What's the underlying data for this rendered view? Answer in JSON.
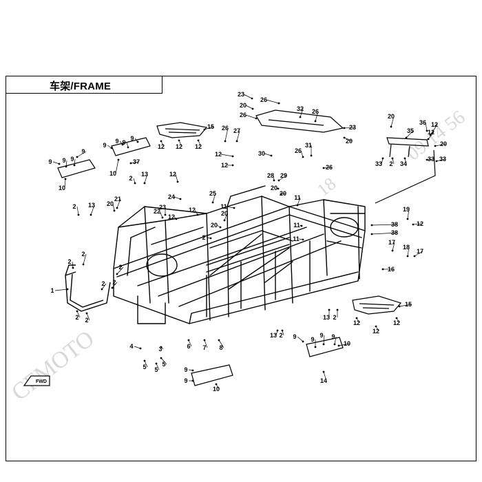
{
  "title": "车架/FRAME",
  "watermark": {
    "brand": "CFMOTO",
    "fragment_1": "18",
    "fragment_2": "09 14 56"
  },
  "fwd_label": "FWD",
  "callouts": [
    {
      "id": "c1",
      "label": "23"
    },
    {
      "id": "c2",
      "label": "26"
    },
    {
      "id": "c3",
      "label": "20"
    },
    {
      "id": "c4",
      "label": "32"
    },
    {
      "id": "c5",
      "label": "26"
    },
    {
      "id": "c6",
      "label": "26"
    },
    {
      "id": "c7",
      "label": "23"
    },
    {
      "id": "c8",
      "label": "20"
    },
    {
      "id": "c9",
      "label": "15"
    },
    {
      "id": "c10",
      "label": "12"
    },
    {
      "id": "c11",
      "label": "12"
    },
    {
      "id": "c12",
      "label": "12"
    },
    {
      "id": "c13",
      "label": "26"
    },
    {
      "id": "c14",
      "label": "27"
    },
    {
      "id": "c15",
      "label": "9"
    },
    {
      "id": "c16",
      "label": "9"
    },
    {
      "id": "c17",
      "label": "9"
    },
    {
      "id": "c18",
      "label": "9"
    },
    {
      "id": "c19",
      "label": "37"
    },
    {
      "id": "c20",
      "label": "10"
    },
    {
      "id": "c21",
      "label": "9"
    },
    {
      "id": "c22",
      "label": "9"
    },
    {
      "id": "c23",
      "label": "9"
    },
    {
      "id": "c24",
      "label": "9"
    },
    {
      "id": "c25",
      "label": "10"
    },
    {
      "id": "c26",
      "label": "12"
    },
    {
      "id": "c27",
      "label": "12"
    },
    {
      "id": "c28",
      "label": "30"
    },
    {
      "id": "c29",
      "label": "26"
    },
    {
      "id": "c30",
      "label": "31"
    },
    {
      "id": "c31",
      "label": "26"
    },
    {
      "id": "c32",
      "label": "2"
    },
    {
      "id": "c33",
      "label": "13"
    },
    {
      "id": "c34",
      "label": "12"
    },
    {
      "id": "c35",
      "label": "28"
    },
    {
      "id": "c36",
      "label": "29"
    },
    {
      "id": "c37",
      "label": "20"
    },
    {
      "id": "c38",
      "label": "20"
    },
    {
      "id": "c39",
      "label": "11"
    },
    {
      "id": "c40",
      "label": "24"
    },
    {
      "id": "c41",
      "label": "25"
    },
    {
      "id": "c42",
      "label": "11"
    },
    {
      "id": "c43",
      "label": "20"
    },
    {
      "id": "c44",
      "label": "2"
    },
    {
      "id": "c45",
      "label": "13"
    },
    {
      "id": "c46",
      "label": "21"
    },
    {
      "id": "c47",
      "label": "20"
    },
    {
      "id": "c48",
      "label": "22"
    },
    {
      "id": "c49",
      "label": "23"
    },
    {
      "id": "c50",
      "label": "12"
    },
    {
      "id": "c51",
      "label": "12"
    },
    {
      "id": "c52",
      "label": "20"
    },
    {
      "id": "c53",
      "label": "11"
    },
    {
      "id": "c54",
      "label": "2"
    },
    {
      "id": "c55",
      "label": "11"
    },
    {
      "id": "c56",
      "label": "20"
    },
    {
      "id": "c57",
      "label": "12"
    },
    {
      "id": "c58",
      "label": "35"
    },
    {
      "id": "c59",
      "label": "36"
    },
    {
      "id": "c60",
      "label": "12"
    },
    {
      "id": "c61",
      "label": "20"
    },
    {
      "id": "c62",
      "label": "33"
    },
    {
      "id": "c63",
      "label": "2"
    },
    {
      "id": "c64",
      "label": "34"
    },
    {
      "id": "c65",
      "label": "33"
    },
    {
      "id": "c66",
      "label": "33"
    },
    {
      "id": "c67",
      "label": "19"
    },
    {
      "id": "c68",
      "label": "38"
    },
    {
      "id": "c69",
      "label": "12"
    },
    {
      "id": "c70",
      "label": "38"
    },
    {
      "id": "c71",
      "label": "17"
    },
    {
      "id": "c72",
      "label": "18"
    },
    {
      "id": "c73",
      "label": "17"
    },
    {
      "id": "c74",
      "label": "16"
    },
    {
      "id": "c75",
      "label": "2"
    },
    {
      "id": "c76",
      "label": "2"
    },
    {
      "id": "c77",
      "label": "1"
    },
    {
      "id": "c78",
      "label": "2"
    },
    {
      "id": "c79",
      "label": "2"
    },
    {
      "id": "c80",
      "label": "2"
    },
    {
      "id": "c81",
      "label": "2"
    },
    {
      "id": "c82",
      "label": "2"
    },
    {
      "id": "c83",
      "label": "15"
    },
    {
      "id": "c84",
      "label": "13"
    },
    {
      "id": "c85",
      "label": "2"
    },
    {
      "id": "c86",
      "label": "12"
    },
    {
      "id": "c87",
      "label": "12"
    },
    {
      "id": "c88",
      "label": "12"
    },
    {
      "id": "c89",
      "label": "4"
    },
    {
      "id": "c90",
      "label": "5"
    },
    {
      "id": "c91",
      "label": "5"
    },
    {
      "id": "c92",
      "label": "5"
    },
    {
      "id": "c93",
      "label": "3"
    },
    {
      "id": "c94",
      "label": "6"
    },
    {
      "id": "c95",
      "label": "7"
    },
    {
      "id": "c96",
      "label": "8"
    },
    {
      "id": "c97",
      "label": "13"
    },
    {
      "id": "c98",
      "label": "2"
    },
    {
      "id": "c99",
      "label": "9"
    },
    {
      "id": "c100",
      "label": "9"
    },
    {
      "id": "c101",
      "label": "9"
    },
    {
      "id": "c102",
      "label": "9"
    },
    {
      "id": "c103",
      "label": "9"
    },
    {
      "id": "c104",
      "label": "9"
    },
    {
      "id": "c105",
      "label": "10"
    },
    {
      "id": "c106",
      "label": "14"
    },
    {
      "id": "c107",
      "label": "10"
    }
  ]
}
